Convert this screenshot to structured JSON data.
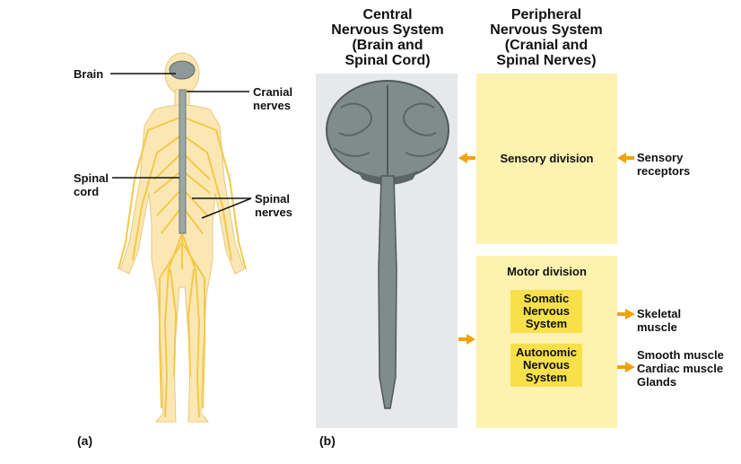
{
  "panel_a": {
    "label": "(a)",
    "labels": {
      "brain": "Brain",
      "cranial_nerves": "Cranial\nnerves",
      "spinal_cord": "Spinal\ncord",
      "spinal_nerves": "Spinal\nnerves"
    }
  },
  "panel_b": {
    "label": "(b)",
    "cns_heading": "Central\nNervous System\n(Brain and\nSpinal Cord)",
    "pns_heading": "Peripheral\nNervous System\n(Cranial and\nSpinal Nerves)",
    "sensory_division": "Sensory division",
    "sensory_receptors": "Sensory\nreceptors",
    "motor_division": "Motor division",
    "somatic": "Somatic\nNervous\nSystem",
    "autonomic": "Autonomic\nNervous\nSystem",
    "skeletal_muscle": "Skeletal\nmuscle",
    "autonomic_targets": "Smooth muscle\nCardiac muscle\nGlands"
  },
  "colors": {
    "nerve_yellow": "#f3c94a",
    "pns_box": "#fdf2b0",
    "sub_box": "#f7e04a",
    "arrow_orange": "#f2a20c",
    "cns_panel": "#e6e8ea",
    "brain_gray": "#7f8c8a"
  }
}
